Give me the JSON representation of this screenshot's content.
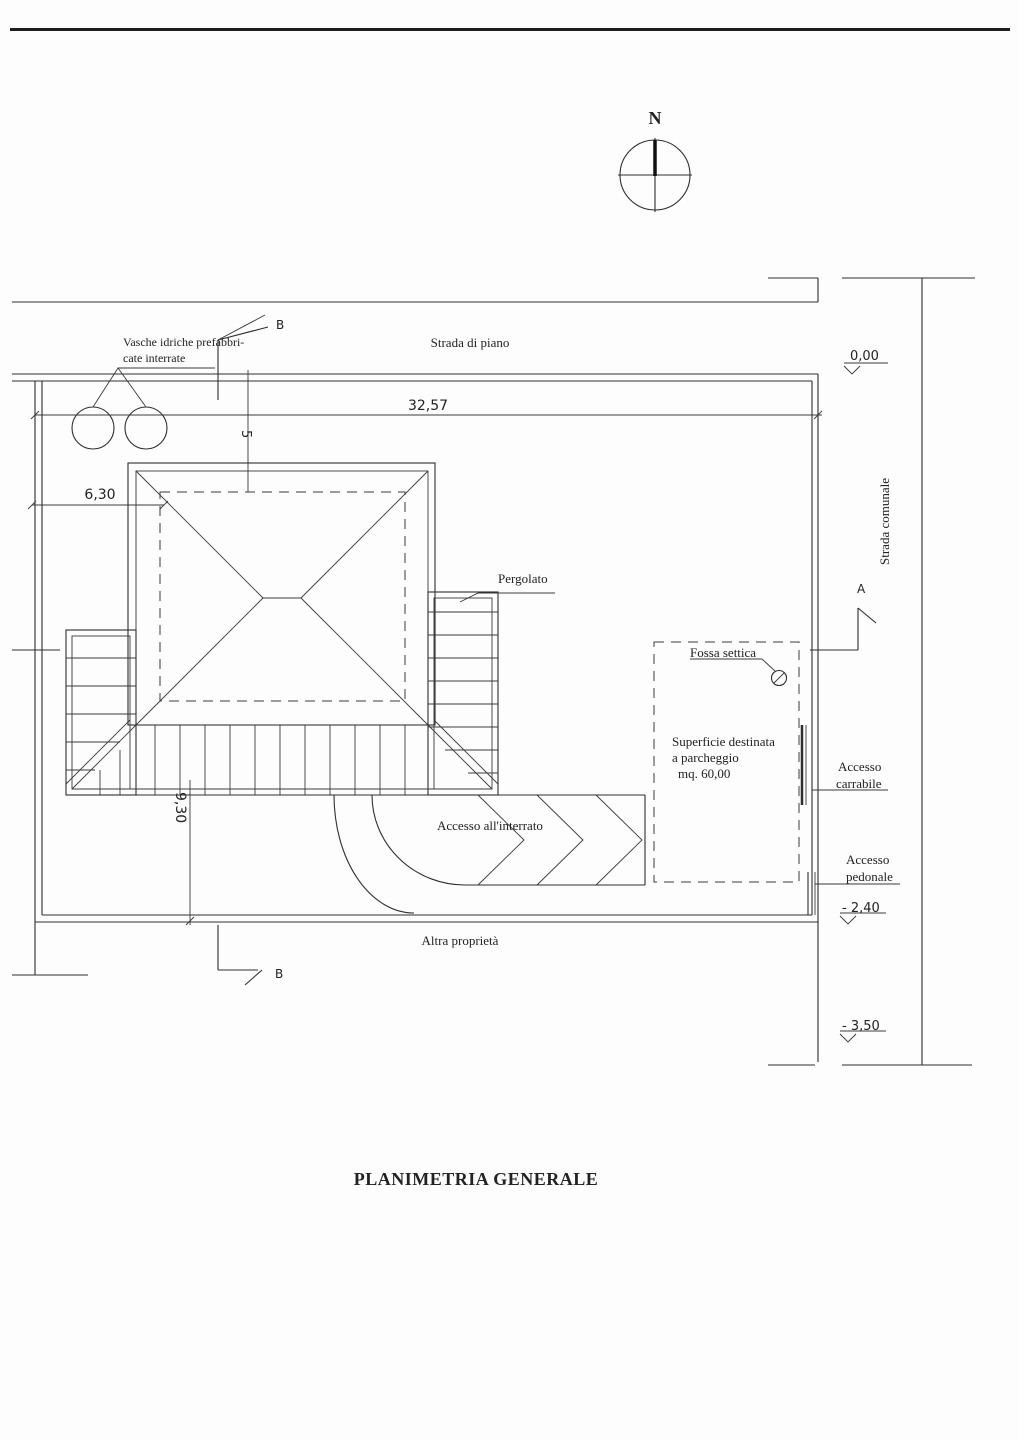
{
  "north_label": "N",
  "title": "PLANIMETRIA GENERALE",
  "labels": {
    "vasche_line1": "Vasche idriche prefabbri-",
    "vasche_line2": "cate interrate",
    "strada_piano": "Strada di piano",
    "strada_comunale": "Strada comunale",
    "pergolato": "Pergolato",
    "fossa_settica": "Fossa settica",
    "superficie_line1": "Superficie destinata",
    "superficie_line2": "a parcheggio",
    "superficie_line3": "mq. 60,00",
    "accesso_interrato": "Accesso all'interrato",
    "accesso_carrabile_1": "Accesso",
    "accesso_carrabile_2": "carrabile",
    "accesso_pedonale_1": "Accesso",
    "accesso_pedonale_2": "pedonale",
    "altra_proprieta": "Altra proprietà"
  },
  "dimensions": {
    "width_lot": "32,57",
    "offset_left": "6,30",
    "offset_top": "5",
    "offset_bottom": "9,30"
  },
  "levels": {
    "level_0": "0,00",
    "level_1": "- 2,40",
    "level_2": "- 3,50"
  },
  "sections": {
    "section_b": "B",
    "section_a": "A"
  }
}
